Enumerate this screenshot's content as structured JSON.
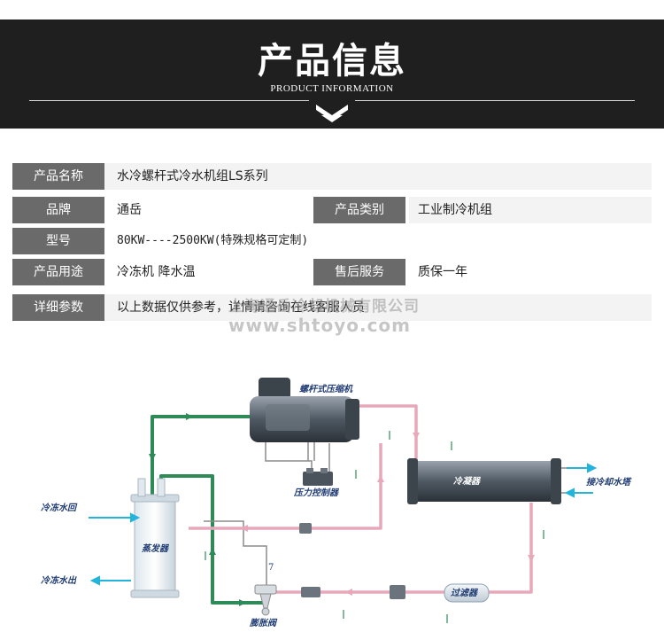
{
  "header": {
    "title": "产品信息",
    "subtitle": "PRODUCT INFORMATION"
  },
  "info_table": {
    "rows": [
      {
        "label": "产品名称",
        "value": "水冷螺杆式冷水机组LS系列"
      },
      {
        "label": "品牌",
        "value": "通岳",
        "label2": "产品类别",
        "value2": "工业制冷机组"
      },
      {
        "label": "型号",
        "value": "80KW----2500KW(特殊规格可定制)"
      },
      {
        "label": "产品用途",
        "value": "冷冻机 降水温",
        "label2": "售后服务",
        "value2": "质保一年"
      },
      {
        "label": "详细参数",
        "value": "以上数据仅供参考，详情请咨询在线客服人员"
      }
    ]
  },
  "watermark": {
    "company": "上海通岳冷却机械有限公司",
    "url": "www.shtoyo.com"
  },
  "diagram": {
    "labels": {
      "compressor": "螺杆式压缩机",
      "pressure_controller": "压力控制器",
      "condenser": "冷凝器",
      "cooling_tower": "接冷却水塔",
      "evaporator": "蒸发器",
      "chilled_return": "冷冻水回",
      "chilled_out": "冷冻水出",
      "filter": "过滤器",
      "expansion_valve": "膨胀阀",
      "marker": "7"
    },
    "colors": {
      "green_pipe": "#2e8b57",
      "pink_pipe": "#e7a9ba",
      "gray_line": "#8c8c8c",
      "cyan_arrow": "#23b4dc",
      "label_color": "#1f3b73"
    }
  }
}
